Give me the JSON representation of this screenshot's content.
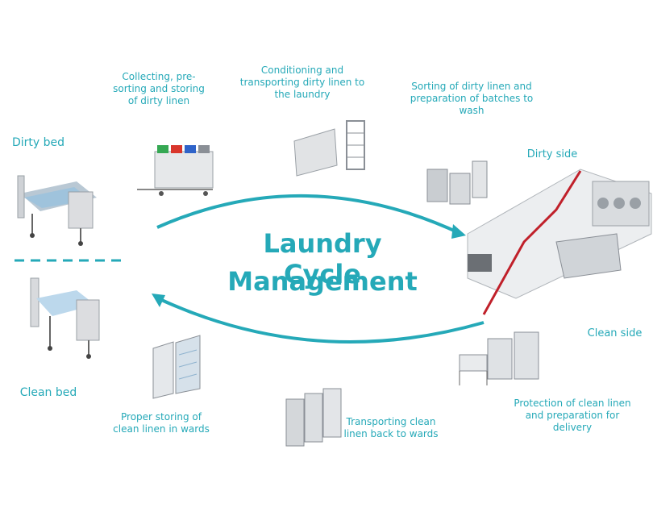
{
  "diagram": {
    "title_line1": "Laundry Cycle",
    "title_line2": "Management",
    "labels": {
      "dirty_bed": "Dirty bed",
      "clean_bed": "Clean bed",
      "collecting": "Collecting, pre-\nsorting  and storing\nof dirty linen",
      "conditioning": "Conditioning and\ntransporting dirty linen to\nthe laundry",
      "sorting": "Sorting of dirty linen and\npreparation of batches to\nwash",
      "dirty_side": "Dirty side",
      "clean_side": "Clean side",
      "protection": "Protection of clean linen\nand preparation for\ndelivery",
      "transporting_clean": "Transporting clean\nlinen back to wards",
      "proper_storing": "Proper storing of\nclean linen in wards"
    },
    "colors": {
      "accent": "#25a9b8",
      "divider": "#c0202a"
    }
  }
}
